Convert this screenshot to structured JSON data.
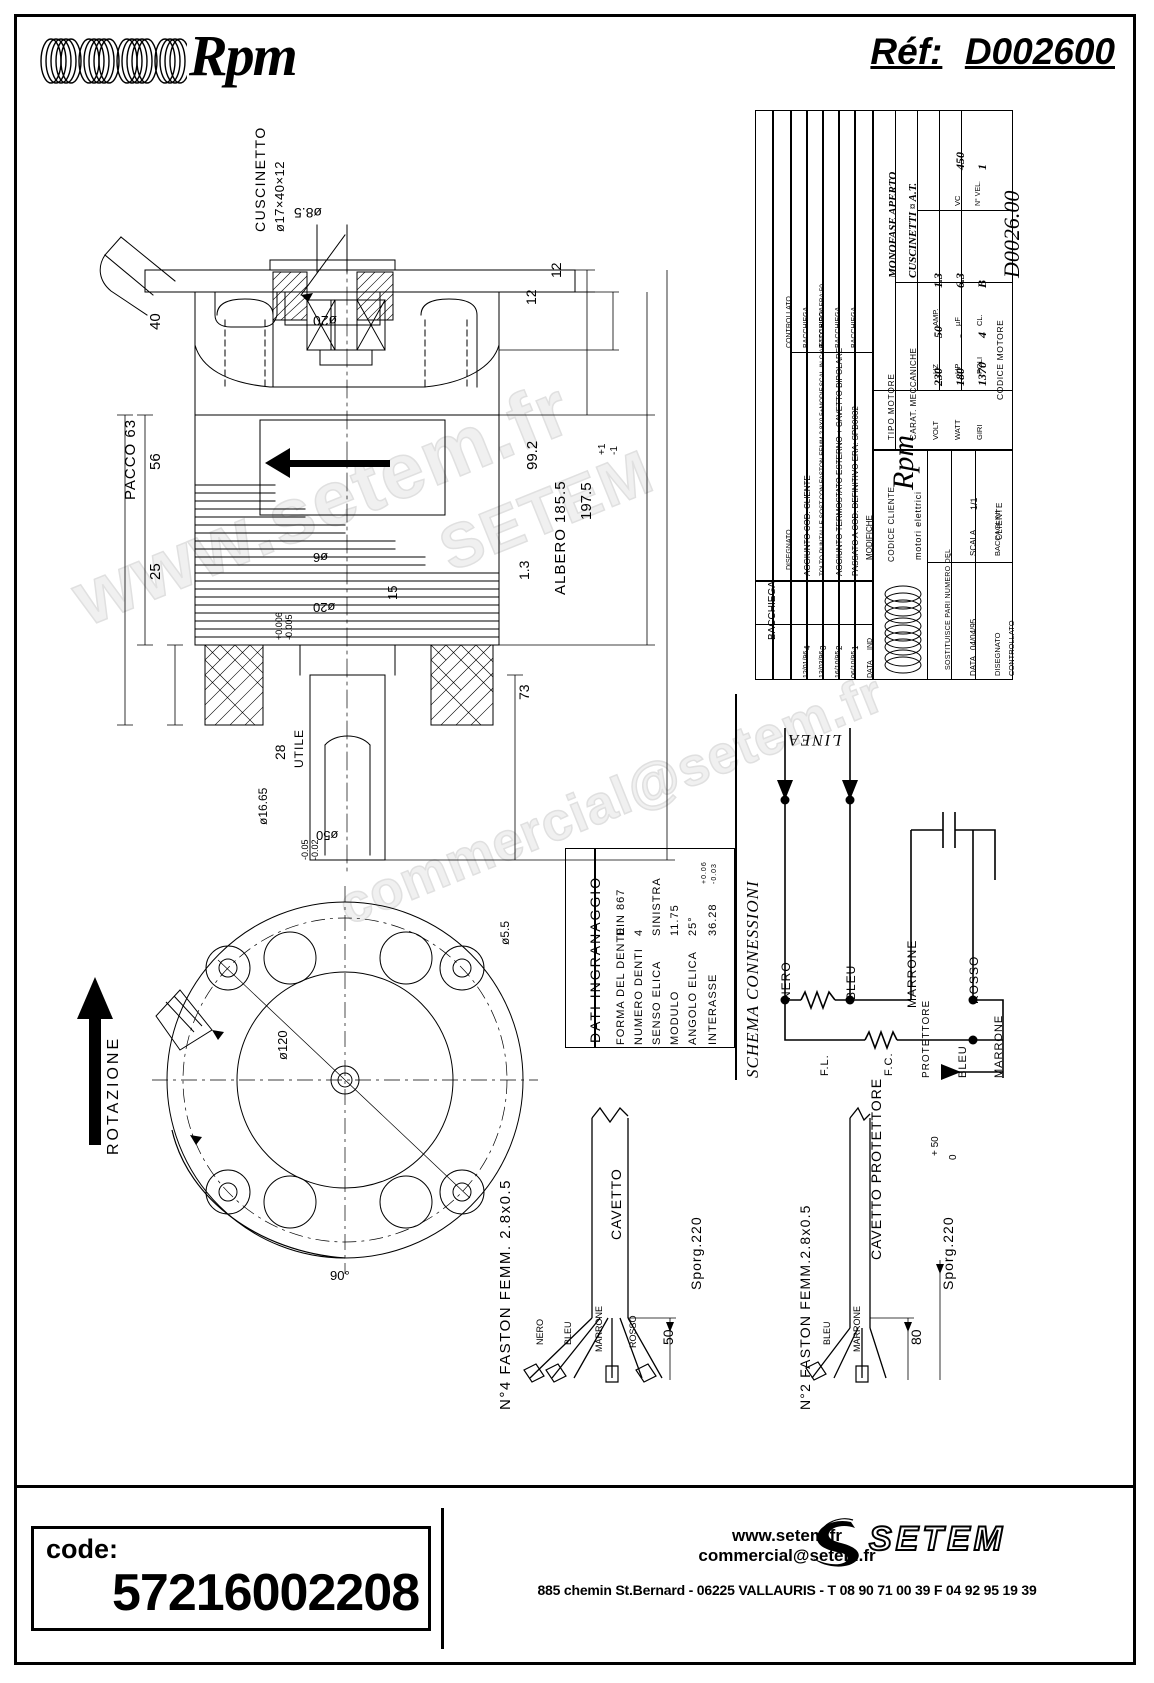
{
  "header": {
    "brand": "Rpm",
    "ref_label": "Réf:",
    "ref_value": "D002600"
  },
  "watermarks": {
    "line1": "www.setem.fr",
    "line2": "SETEM",
    "line3": "commercial@setem.fr"
  },
  "drawing": {
    "labels": {
      "cuscinetto": "CUSCINETTO",
      "cuscinetto_size": "ø17×40×12",
      "dim_8_5": "ø8.5",
      "dim_20a": "ø20",
      "dim_40": "40",
      "dim_12a": "12",
      "dim_12b": "12",
      "pacco": "PACCO 63",
      "dim_56": "56",
      "dim_25": "25",
      "dim_99_2": "99.2",
      "dim_1_3": "1.3",
      "albero": "ALBERO 185.5",
      "dim_197_5": "197.5",
      "tol_plus": "+1",
      "tol_minus": "-1",
      "dim_6": "ø6",
      "dim_20b": "ø20",
      "dim_15": "15",
      "tol_20_plus": "+0.006",
      "tol_20_minus": "-0.005",
      "dim_73": "73",
      "dim_28": "28",
      "utile": "UTILE",
      "dim_16_65": "ø16.65",
      "tol_50_plus": "-0.05",
      "tol_50_minus": "-0.02",
      "dim_50": "ø50",
      "dim_120": "ø120",
      "dim_5_5": "ø5.5",
      "dim_90deg": "90°",
      "rotazione": "ROTAZIONE"
    }
  },
  "gear_table": {
    "title": "DATI INGRANAGGIO",
    "rows": [
      {
        "label": "FORMA DEL DENTE",
        "value": "DIN 867"
      },
      {
        "label": "NUMERO DENTI",
        "value": "4"
      },
      {
        "label": "SENSO ELICA",
        "value": "SINISTRA"
      },
      {
        "label": "MODULO",
        "value": "11.75"
      },
      {
        "label": "ANGOLO ELICA",
        "value": "25°"
      },
      {
        "label": "INTERASSE",
        "value": "36.28"
      }
    ],
    "interasse_tol_plus": "+0.06",
    "interasse_tol_minus": "-0.03"
  },
  "schema": {
    "title": "SCHEMA CONNESSIONI",
    "linea": "LINEA",
    "wires": [
      "NERO",
      "BLEU",
      "MARRONE",
      "ROSSO",
      "BLEU",
      "MARRONE"
    ],
    "components": [
      "F.L.",
      "F.C."
    ],
    "protettore": "PROTETTORE"
  },
  "cable_left": {
    "faston": "N°4 FASTON FEMM. 2.8x0.5",
    "cavetto": "CAVETTO",
    "sporg": "Sporg.220",
    "dim": "50",
    "wires": [
      "NERO",
      "BLEU",
      "MARRONE",
      "ROSSO"
    ]
  },
  "cable_right": {
    "faston": "N°2 FASTON FEMM.2.8x0.5",
    "cavetto": "CAVETTO PROTETTORE",
    "sporg": "Sporg.220",
    "sporg_tol": "+ 50",
    "sporg_tol2": "0",
    "dim": "80",
    "wires": [
      "BLEU",
      "MARRONE"
    ]
  },
  "title_block": {
    "motor_code_header": "CODICE MOTORE",
    "motor_code": "D0026.00",
    "tipo_motore_label": "TIPO MOTORE",
    "tipo_motore_1": "MONOFASE APERTO",
    "tipo_motore_2": "CUSCINETTI ¤ A.T.",
    "carat_label": "CARAT. MECCANICHE",
    "specs": [
      {
        "label": "VOLT",
        "value": "230",
        "label2": "HZ",
        "value2": "50",
        "label3": "AMP.",
        "value3": "1.3"
      },
      {
        "label": "WATT",
        "value": "180",
        "label2": "HP",
        "value2": "-",
        "label3": "µF",
        "value3": "6.3",
        "label4": "VC",
        "value4": "450"
      },
      {
        "label": "GIRI",
        "value": "1370",
        "label2": "POLI",
        "value2": "4",
        "label3": "CL.",
        "value3": "B",
        "label4": "N° VEL.",
        "value4": "1"
      }
    ],
    "cliente_label": "CLIENTE",
    "codice_cliente_label": "CODICE CLIENTE",
    "modifiche": "MODIFICHE",
    "revisions": [
      {
        "ind": "4",
        "date": "12/01/96",
        "text": "AGGIUNTO COD. CLIENTE",
        "who": "BACCHIEGA"
      },
      {
        "ind": "3",
        "date": "13/03/96",
        "text": "TOLTO PUNTALI E SOST.CON FASTON FEMM.2.8X0.5+MODIF.SCAL.IN.CAVETTO BIPOL.ERA:50",
        "who": "BACCHIEGA"
      },
      {
        "ind": "2",
        "date": "16/10/95",
        "text": "AGGIUNTO TERMOSTATO ESTERNO + CAVETTO BIPOLARE",
        "who": "BACCHIEGA"
      },
      {
        "ind": "1",
        "date": "06/10/95",
        "text": "PASSATO A COD. DEFINITIVO ERA: SPD0032",
        "who": "BACCHIEGA"
      }
    ],
    "head_ind": "IND",
    "head_data": "DATA",
    "head_disegnato": "DISEGNATO",
    "head_controllato": "CONTROLLATO",
    "rpm_logo": "Rpm",
    "rpm_sub": "motori elettrici",
    "sostituisce": "SOSTITUISCE PARI NUMERO DEL",
    "sostituisce_val": "-",
    "data_label": "DATA",
    "data_value": "04/04/95",
    "scala_label": "SCALA",
    "scala_value": "1/1",
    "disegnato_label": "DISEGNATO",
    "disegnato_value": "BACCAGLINI",
    "controllato_label": "CONTROLLATO"
  },
  "footer": {
    "code_label": "code:",
    "code_value": "57216002208",
    "www": "www.setem.fr",
    "mail": "commercial@setem.fr",
    "address": "885 chemin St.Bernard  -   06225 VALLAURIS  -  T 08 90 71 00 39   F 04 92 95 19 39",
    "brand": "SETEM"
  }
}
